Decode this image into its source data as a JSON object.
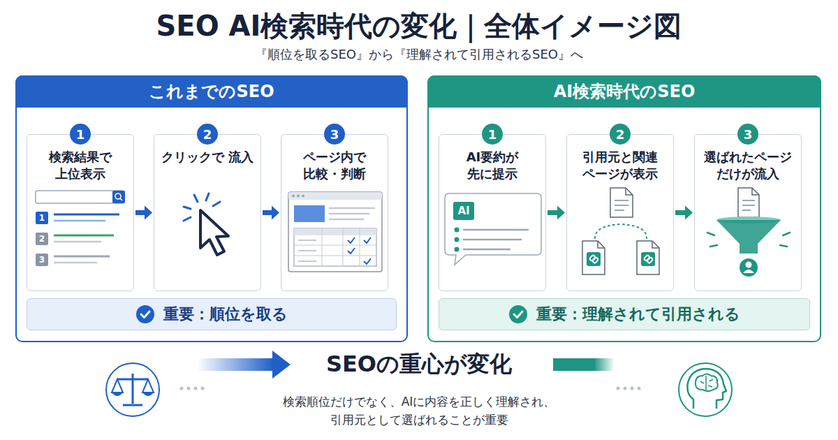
{
  "diagram": {
    "title": "SEO AI検索時代の変化｜全体イメージ図",
    "caption": "検索順位だけでなく、AIに内容を正しく理解され、 引用元として選ばれることが重要",
    "nodes": [
      {
        "text": [
          "これまでのSEO"
        ]
      },
      {
        "text": [
          "1",
          "検索結果で 上位表示"
        ],
        "in": 0
      },
      {
        "text": [
          "2",
          "クリックで 流入"
        ],
        "in": 0
      },
      {
        "text": [
          "3",
          "ページ内で 比較・判断"
        ],
        "in": 0
      },
      {
        "text": [
          "重要：順位を取る"
        ],
        "in": 0
      },
      {
        "text": [
          "AI検索時代のSEO"
        ]
      },
      {
        "text": [
          "1",
          "AI要約が 先に提示"
        ],
        "in": 5
      },
      {
        "text": [
          "2",
          "引用元と関連 ページが表示"
        ],
        "in": 5
      },
      {
        "text": [
          "3",
          "選ばれたページ だけが流入"
        ],
        "in": 5
      },
      {
        "text": [
          "重要：理解されて引用される"
        ],
        "in": 5
      }
    ],
    "edges": [
      {
        "from": 1,
        "to": 2,
        "arrow": "to"
      },
      {
        "from": 2,
        "to": 3,
        "arrow": "to"
      },
      {
        "from": 6,
        "to": 7,
        "arrow": "to"
      },
      {
        "from": 7,
        "to": 8,
        "arrow": "to"
      }
    ],
    "labels": [
      "『順位を取るSEO』から『理解されて引用されるSEO』へ",
      "1",
      "2",
      "3",
      "AI",
      "SEOの重心が変化"
    ]
  }
}
